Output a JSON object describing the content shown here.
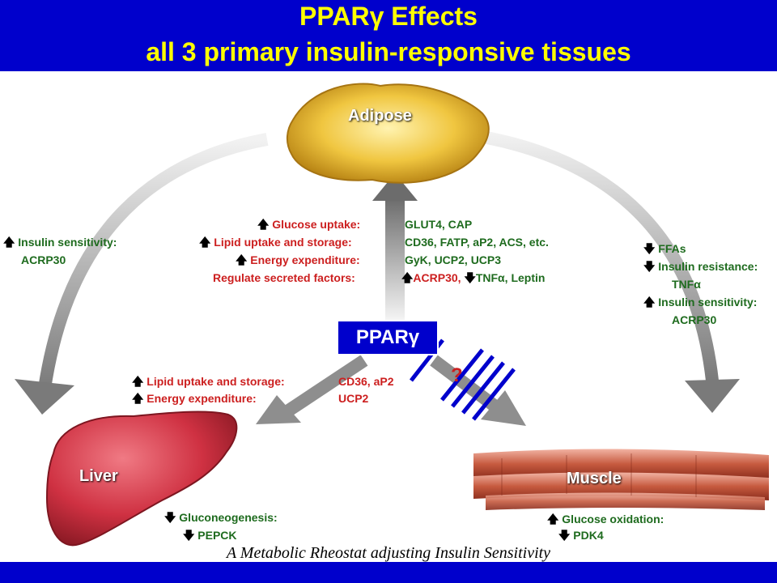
{
  "header": {
    "title_line1": "PPARγ  Effects",
    "title_line2": "all 3 primary insulin-responsive tissues"
  },
  "tissues": {
    "adipose": "Adipose",
    "liver": "Liver",
    "muscle": "Muscle"
  },
  "center": {
    "ppar_label": "PPARγ",
    "question_mark": "?"
  },
  "adipose_effects": {
    "rows": [
      {
        "arrow": "up",
        "process": "Glucose uptake:",
        "genes": "GLUT4, CAP"
      },
      {
        "arrow": "up",
        "process": "Lipid uptake and storage:",
        "genes": "CD36, FATP, aP2, ACS, etc."
      },
      {
        "arrow": "up",
        "process": "Energy expenditure:",
        "genes": "GyK, UCP2, UCP3"
      },
      {
        "arrow": "",
        "process": "Regulate secreted factors:",
        "genes_up": "ACRP30,",
        "genes_down": "TNFα, Leptin"
      }
    ]
  },
  "left_effects": {
    "label": "Insulin sensitivity:",
    "value": "ACRP30"
  },
  "right_effects": {
    "ffas": "FFAs",
    "resistance_label": "Insulin resistance:",
    "resistance_value": "TNFα",
    "sensitivity_label": "Insulin sensitivity:",
    "sensitivity_value": "ACRP30"
  },
  "liver_effects": {
    "lipid_label": "Lipid uptake and storage:",
    "lipid_value": "CD36, aP2",
    "energy_label": "Energy expenditure:",
    "energy_value": "UCP2",
    "gluco_label": "Gluconeogenesis:",
    "gluco_value": "PEPCK"
  },
  "muscle_effects": {
    "oxidation_label": "Glucose oxidation:",
    "oxidation_value": "PDK4"
  },
  "caption": "A Metabolic Rheostat adjusting Insulin Sensitivity",
  "colors": {
    "header_bg": "#0000cc",
    "title_text": "#ffff00",
    "process_text": "#cc1f1f",
    "gene_text": "#1e6b1e",
    "block_lines": "#0000cc"
  }
}
